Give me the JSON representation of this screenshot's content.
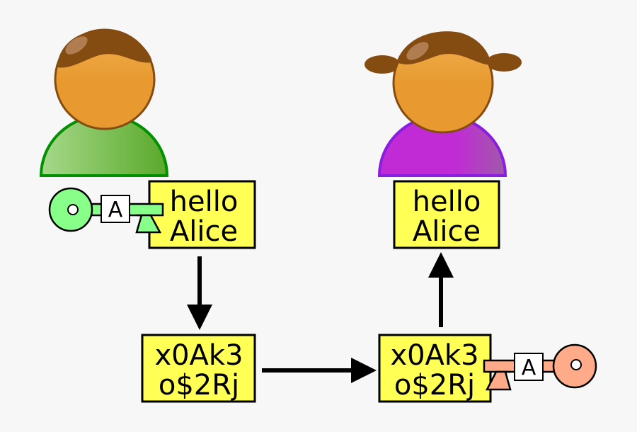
{
  "people": [
    {
      "role": "sender",
      "shirt_color": "#5aa92b",
      "outline_color": "#009000"
    },
    {
      "role": "recipient",
      "shirt_color": "#c02bd6",
      "outline_color": "#8a1ee0"
    }
  ],
  "plaintext_boxes": [
    {
      "line1": "hello",
      "line2": "Alice"
    },
    {
      "line1": "hello",
      "line2": "Alice"
    }
  ],
  "ciphertext_boxes": [
    {
      "line1": "x0Ak3",
      "line2": "o$2Rj"
    },
    {
      "line1": "x0Ak3",
      "line2": "o$2Rj"
    }
  ],
  "keys": [
    {
      "label": "A",
      "color": "#88ff88",
      "icon": "key-icon"
    },
    {
      "label": "A",
      "color": "#ffaa88",
      "icon": "key-icon"
    }
  ],
  "colors": {
    "box_fill": "#ffff55",
    "skin": "#e89a30",
    "hair": "#854c12",
    "background": "#f7f7f7"
  }
}
